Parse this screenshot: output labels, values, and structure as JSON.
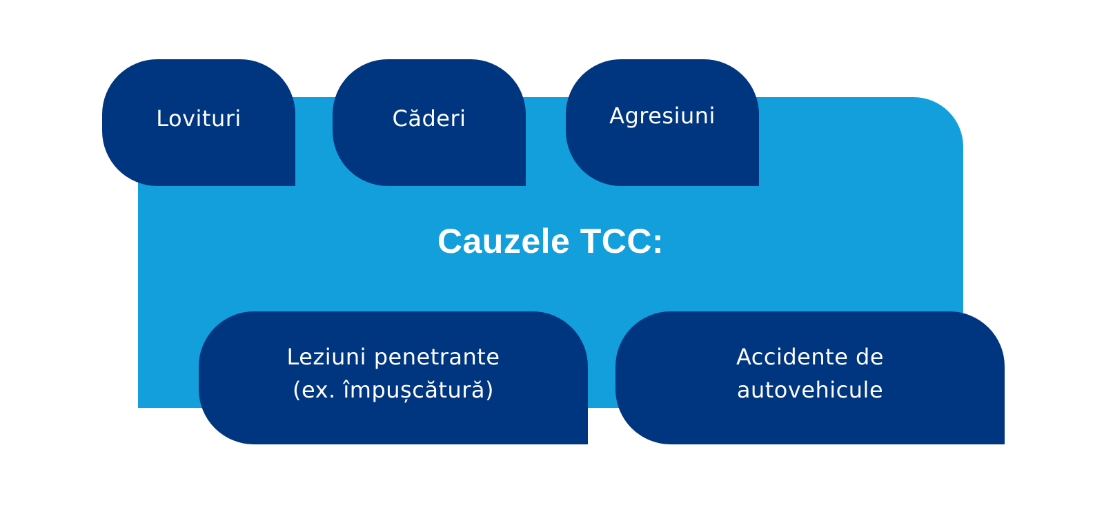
{
  "diagram": {
    "title": "Cauzele TCC:",
    "colors": {
      "panel": "#139fdb",
      "tile": "#00357f",
      "text": "#ffffff",
      "background": "#ffffff"
    },
    "top_tiles": [
      {
        "label": "Lovituri"
      },
      {
        "label": "Căderi"
      },
      {
        "label": "Agresiuni"
      }
    ],
    "bottom_tiles": [
      {
        "line1": "Leziuni penetrante",
        "line2": "(ex. împușcătură)"
      },
      {
        "line1": "Accidente de",
        "line2": "autovehicule"
      }
    ]
  }
}
